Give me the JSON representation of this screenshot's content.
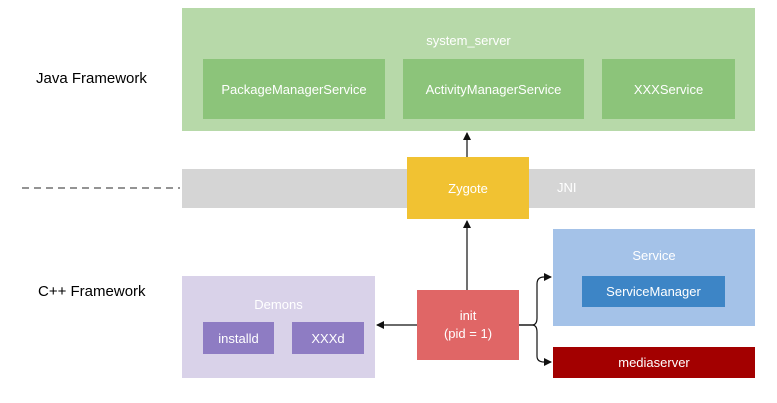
{
  "layers": {
    "java_framework": "Java Framework",
    "cpp_framework": "C++ Framework",
    "jni": "JNI"
  },
  "system_server": {
    "title": "system_server",
    "services": [
      "PackageManagerService",
      "ActivityManagerService",
      "XXXService"
    ]
  },
  "zygote": "Zygote",
  "init": {
    "line1": "init",
    "line2": "(pid = 1)"
  },
  "demons": {
    "title": "Demons",
    "items": [
      "installd",
      "XXXd"
    ]
  },
  "service": {
    "title": "Service",
    "manager": "ServiceManager"
  },
  "mediaserver": "mediaserver",
  "colors": {
    "system_server_bg": "#b7d9a9",
    "service_box": "#8cc47a",
    "jni_band": "#d5d5d5",
    "zygote": "#f1c232",
    "init": "#e06666",
    "demons_bg": "#d9d2e9",
    "demons_item": "#8e7cc3",
    "service_bg": "#a4c2e8",
    "service_manager": "#3d85c6",
    "mediaserver": "#a30000"
  }
}
